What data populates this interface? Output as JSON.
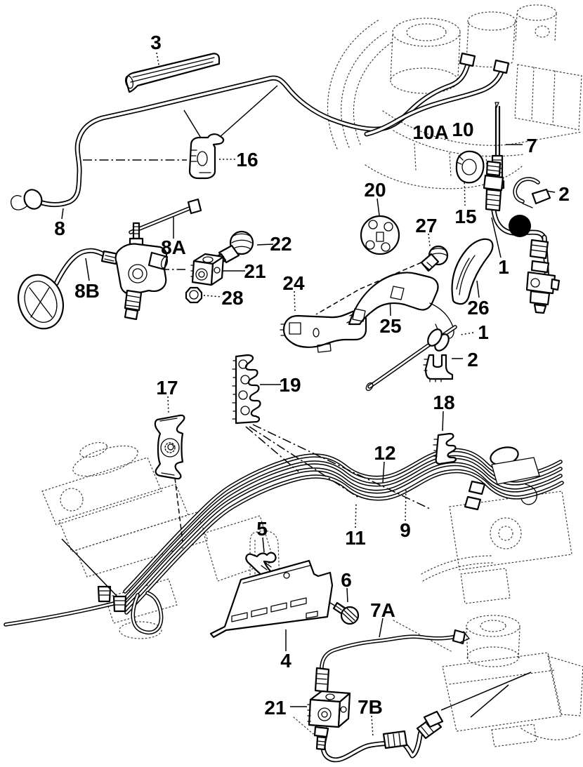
{
  "diagram": {
    "kind": "exploded-parts-diagram",
    "colors": {
      "line": "#000000",
      "background": "#ffffff",
      "ghost_parts": "#3c3c3c"
    },
    "highlight_marker": {
      "shape": "filled-circle",
      "color": "#000000",
      "marks_callout": "1"
    }
  },
  "callouts": [
    {
      "id": "3",
      "label": "3"
    },
    {
      "id": "16",
      "label": "16"
    },
    {
      "id": "10A",
      "label": "10A"
    },
    {
      "id": "10",
      "label": "10"
    },
    {
      "id": "7",
      "label": "7"
    },
    {
      "id": "2-top",
      "label": "2"
    },
    {
      "id": "15",
      "label": "15"
    },
    {
      "id": "20",
      "label": "20"
    },
    {
      "id": "27",
      "label": "27"
    },
    {
      "id": "22",
      "label": "22"
    },
    {
      "id": "21-upper",
      "label": "21"
    },
    {
      "id": "8",
      "label": "8"
    },
    {
      "id": "8A",
      "label": "8A"
    },
    {
      "id": "8B",
      "label": "8B"
    },
    {
      "id": "28",
      "label": "28"
    },
    {
      "id": "24",
      "label": "24"
    },
    {
      "id": "25",
      "label": "25"
    },
    {
      "id": "26",
      "label": "26"
    },
    {
      "id": "1-hose",
      "label": "1"
    },
    {
      "id": "1-pipe",
      "label": "1"
    },
    {
      "id": "2-mid",
      "label": "2"
    },
    {
      "id": "17",
      "label": "17"
    },
    {
      "id": "19",
      "label": "19"
    },
    {
      "id": "18",
      "label": "18"
    },
    {
      "id": "12",
      "label": "12"
    },
    {
      "id": "11",
      "label": "11"
    },
    {
      "id": "9",
      "label": "9"
    },
    {
      "id": "5",
      "label": "5"
    },
    {
      "id": "6",
      "label": "6"
    },
    {
      "id": "7A",
      "label": "7A"
    },
    {
      "id": "4",
      "label": "4"
    },
    {
      "id": "21-lower",
      "label": "21"
    },
    {
      "id": "7B",
      "label": "7B"
    }
  ]
}
